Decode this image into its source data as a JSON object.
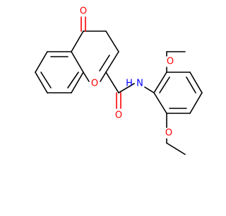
{
  "molecule": {
    "atoms": {
      "o_ketone": "O",
      "o_ring": "O",
      "o_amide": "O",
      "nh": "N",
      "nh_h": "H",
      "o_methoxy_top": "O",
      "o_methoxy_bottom": "O"
    },
    "colors": {
      "bond": "#000000",
      "oxygen": "#ff0000",
      "nitrogen": "#0000ff",
      "background": "#ffffff"
    }
  }
}
